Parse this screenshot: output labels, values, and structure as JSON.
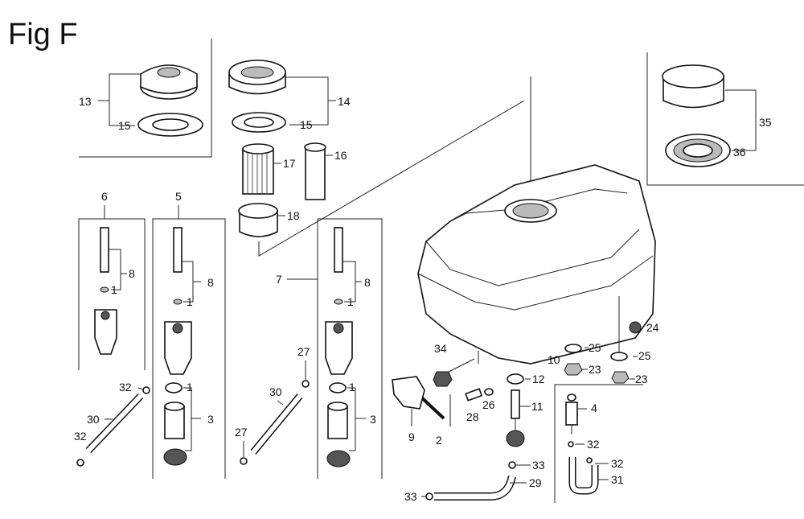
{
  "figure": {
    "title": "Fig F"
  },
  "callouts": [
    {
      "id": "c13",
      "text": "13"
    },
    {
      "id": "c15a",
      "text": "15"
    },
    {
      "id": "c14",
      "text": "14"
    },
    {
      "id": "c15b",
      "text": "15"
    },
    {
      "id": "c17",
      "text": "17"
    },
    {
      "id": "c16",
      "text": "16"
    },
    {
      "id": "c18",
      "text": "18"
    },
    {
      "id": "c35",
      "text": "35"
    },
    {
      "id": "c36",
      "text": "36"
    },
    {
      "id": "c6",
      "text": "6"
    },
    {
      "id": "c8a",
      "text": "8"
    },
    {
      "id": "c1a",
      "text": "1"
    },
    {
      "id": "c5",
      "text": "5"
    },
    {
      "id": "c8b",
      "text": "8"
    },
    {
      "id": "c1b",
      "text": "1"
    },
    {
      "id": "c1c",
      "text": "1"
    },
    {
      "id": "c3a",
      "text": "3"
    },
    {
      "id": "c32a",
      "text": "32"
    },
    {
      "id": "c30a",
      "text": "30"
    },
    {
      "id": "c32b",
      "text": "32"
    },
    {
      "id": "c7",
      "text": "7"
    },
    {
      "id": "c8c",
      "text": "8"
    },
    {
      "id": "c1d",
      "text": "1"
    },
    {
      "id": "c1e",
      "text": "1"
    },
    {
      "id": "c3b",
      "text": "3"
    },
    {
      "id": "c27a",
      "text": "27"
    },
    {
      "id": "c30b",
      "text": "30"
    },
    {
      "id": "c27b",
      "text": "27"
    },
    {
      "id": "c24",
      "text": "24"
    },
    {
      "id": "c34",
      "text": "34"
    },
    {
      "id": "c25a",
      "text": "25"
    },
    {
      "id": "c10",
      "text": "10"
    },
    {
      "id": "c25b",
      "text": "25"
    },
    {
      "id": "c23a",
      "text": "23"
    },
    {
      "id": "c23b",
      "text": "23"
    },
    {
      "id": "c12",
      "text": "12"
    },
    {
      "id": "c26",
      "text": "26"
    },
    {
      "id": "c28",
      "text": "28"
    },
    {
      "id": "c11",
      "text": "11"
    },
    {
      "id": "c9",
      "text": "9"
    },
    {
      "id": "c2",
      "text": "2"
    },
    {
      "id": "c4",
      "text": "4"
    },
    {
      "id": "c32c",
      "text": "32"
    },
    {
      "id": "c32d",
      "text": "32"
    },
    {
      "id": "c31",
      "text": "31"
    },
    {
      "id": "c33a",
      "text": "33"
    },
    {
      "id": "c33b",
      "text": "33"
    },
    {
      "id": "c29",
      "text": "29"
    }
  ]
}
